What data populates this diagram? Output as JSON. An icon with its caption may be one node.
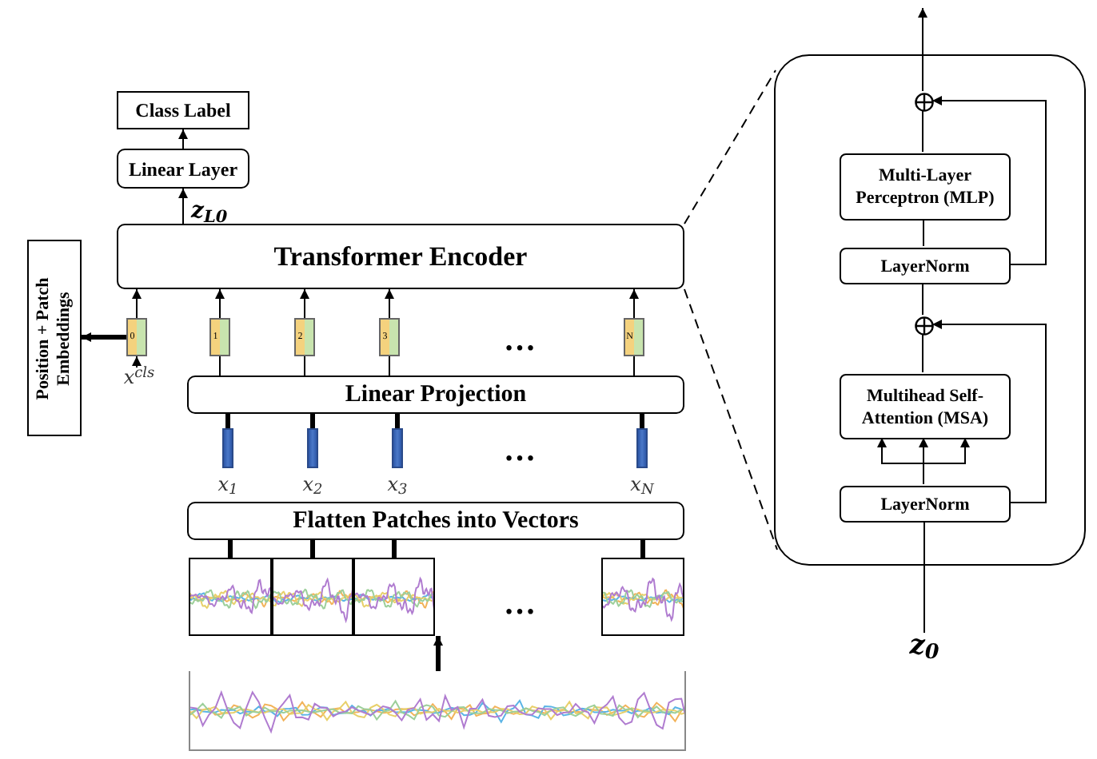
{
  "diagram": {
    "nodes": [
      {
        "text": [
          "Class Label"
        ]
      },
      {
        "text": [
          "Linear Layer"
        ]
      },
      {
        "text": [
          "Transformer Encoder"
        ]
      },
      {
        "text": [
          "Position + Patch Embeddings"
        ]
      },
      {
        "text": [
          "0"
        ]
      },
      {
        "text": [
          "1"
        ]
      },
      {
        "text": [
          "2"
        ]
      },
      {
        "text": [
          "3"
        ]
      },
      {
        "text": [
          "N"
        ]
      },
      {
        "text": [
          "x$^{cls}$"
        ]
      },
      {
        "text": [
          "Linear Projection"
        ]
      },
      {
        "text": [],
        "shape": "bar",
        "beside": [
          "x$_{1}$"
        ]
      },
      {
        "text": [],
        "shape": "bar",
        "beside": [
          "x$_{2}$"
        ]
      },
      {
        "text": [],
        "shape": "bar",
        "beside": [
          "x$_{3}$"
        ]
      },
      {
        "text": [],
        "shape": "bar",
        "beside": [
          "x$_{N}$"
        ]
      },
      {
        "text": [
          "Flatten Patches into Vectors"
        ]
      },
      {
        "text": [],
        "shape": "picture"
      },
      {
        "text": [],
        "shape": "picture"
      },
      {
        "text": [],
        "shape": "picture"
      },
      {
        "text": [],
        "shape": "picture"
      },
      {
        "text": [],
        "shape": "picture"
      },
      {
        "text": [],
        "shape": "box"
      },
      {
        "text": [],
        "shape": "circle",
        "in": 21
      },
      {
        "text": [
          "Multi-Layer Perceptron (MLP)"
        ],
        "in": 21
      },
      {
        "text": [
          "LayerNorm"
        ],
        "in": 21
      },
      {
        "text": [],
        "shape": "circle",
        "in": 21
      },
      {
        "text": [
          "Multihead Self-Attention (MSA)"
        ],
        "in": 21
      },
      {
        "text": [
          "LayerNorm"
        ],
        "in": 21
      },
      {
        "text": [
          "z$_{0}$"
        ]
      }
    ],
    "edges": [
      {
        "from": 1,
        "to": 0,
        "arrow": "to"
      },
      {
        "from": 2,
        "to": 1,
        "arrow": "to",
        "label": "z$_{L0}$"
      },
      {
        "from": 4,
        "to": 2,
        "arrow": "to"
      },
      {
        "from": 5,
        "to": 2,
        "arrow": "to"
      },
      {
        "from": 6,
        "to": 2,
        "arrow": "to"
      },
      {
        "from": 7,
        "to": 2,
        "arrow": "to"
      },
      {
        "from": 8,
        "to": 2,
        "arrow": "to"
      },
      {
        "from": 4,
        "to": 3,
        "arrow": "to",
        "style": "thick"
      },
      {
        "from": 9,
        "to": 4,
        "arrow": "to"
      },
      {
        "from": 10,
        "to": 5,
        "arrow": "none"
      },
      {
        "from": 10,
        "to": 6,
        "arrow": "none"
      },
      {
        "from": 10,
        "to": 7,
        "arrow": "none"
      },
      {
        "from": 10,
        "to": 8,
        "arrow": "none"
      },
      {
        "from": 11,
        "to": 10,
        "arrow": "none",
        "style": "thick"
      },
      {
        "from": 12,
        "to": 10,
        "arrow": "none",
        "style": "thick"
      },
      {
        "from": 13,
        "to": 10,
        "arrow": "none",
        "style": "thick"
      },
      {
        "from": 14,
        "to": 10,
        "arrow": "none",
        "style": "thick"
      },
      {
        "from": 16,
        "to": 15,
        "arrow": "none",
        "style": "thick"
      },
      {
        "from": 17,
        "to": 15,
        "arrow": "none",
        "style": "thick"
      },
      {
        "from": 18,
        "to": 15,
        "arrow": "none",
        "style": "thick"
      },
      {
        "from": 19,
        "to": 15,
        "arrow": "none",
        "style": "thick"
      },
      {
        "from": 20,
        "to": 18,
        "arrow": "to",
        "style": "thick"
      },
      {
        "from": 2,
        "to": 21,
        "arrow": "none",
        "style": "dashed"
      },
      {
        "from": 2,
        "to": 21,
        "arrow": "none",
        "style": "dashed"
      },
      {
        "from": 28,
        "to": 27,
        "arrow": "none"
      },
      {
        "from": 27,
        "to": 26,
        "arrow": "to"
      },
      {
        "from": 27,
        "to": 26,
        "arrow": "to"
      },
      {
        "from": 27,
        "to": 26,
        "arrow": "to"
      },
      {
        "from": 26,
        "to": 25,
        "arrow": "none"
      },
      {
        "from": 27,
        "to": 25,
        "arrow": "to"
      },
      {
        "from": 25,
        "to": 24,
        "arrow": "none"
      },
      {
        "from": 24,
        "to": 23,
        "arrow": "none"
      },
      {
        "from": 23,
        "to": 22,
        "arrow": "none"
      },
      {
        "from": 24,
        "to": 22,
        "arrow": "to"
      },
      {
        "from": 22,
        "to": null,
        "arrow": "to"
      }
    ],
    "labels": [
      "…",
      "…",
      "…"
    ]
  }
}
